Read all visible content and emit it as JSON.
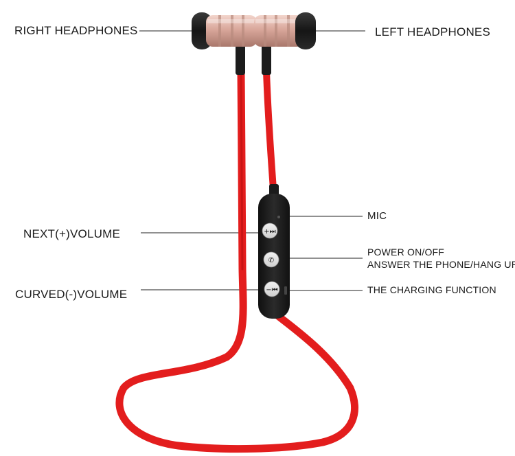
{
  "labels": {
    "right_headphones": "RIGHT HEADPHONES",
    "left_headphones": "LEFT HEADPHONES",
    "mic": "MIC",
    "next_volume": "NEXT(+)VOLUME",
    "power_line1": "POWER ON/OFF",
    "power_line2": "ANSWER THE PHONE/HANG UP",
    "curved_volume": "CURVED(-)VOLUME",
    "charging": "THE CHARGING FUNCTION"
  },
  "buttons": {
    "plus_glyph": "+⏭",
    "minus_glyph": "−⏮"
  },
  "colors": {
    "cable": "#e31d1d",
    "earbud_shell": "#d9a79b",
    "earbud_tip": "#1c1c1c",
    "remote": "#1b1b1b"
  }
}
